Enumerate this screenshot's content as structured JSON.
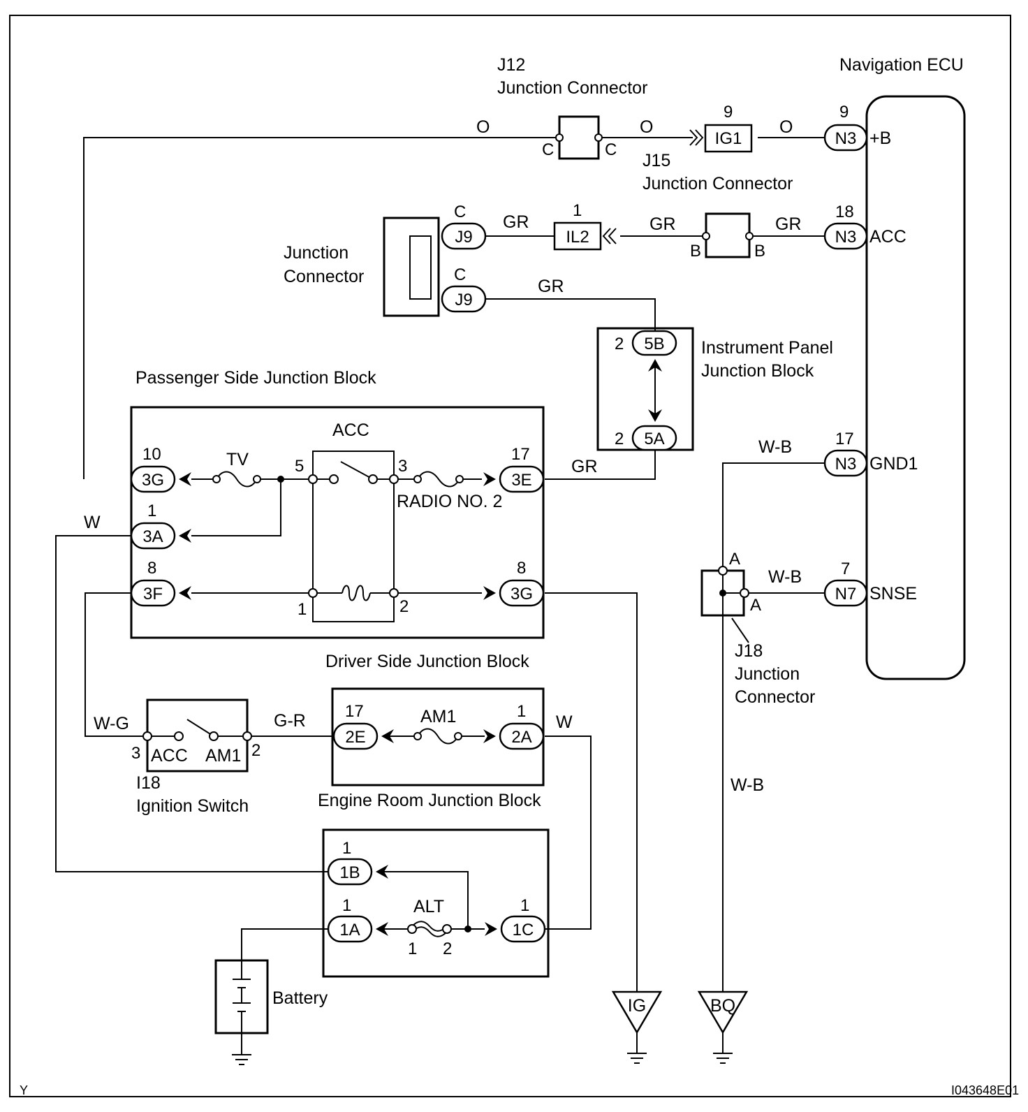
{
  "labels": {
    "j12_num": "J12",
    "j12_name": "Junction Connector",
    "nav_ecu": "Navigation ECU",
    "j15_num": "J15",
    "j15_name": "Junction Connector",
    "jc_line1": "Junction",
    "jc_line2": "Connector",
    "ip_line1": "Instrument Panel",
    "ip_line2": "Junction Block",
    "passenger_jb": "Passenger Side Junction Block",
    "driver_jb": "Driver Side Junction Block",
    "engine_jb": "Engine Room Junction Block",
    "i18_num": "I18",
    "i18_name": "Ignition Switch",
    "j18_num": "J18",
    "j18_line1": "Junction",
    "j18_line2": "Connector",
    "battery": "Battery",
    "corner_left": "Y",
    "corner_right": "I043648E01"
  },
  "ecu_pins": {
    "b": "+B",
    "acc": "ACC",
    "gnd1": "GND1",
    "snse": "SNSE"
  },
  "connectors": {
    "n3_b": "N3",
    "n3_acc": "N3",
    "n3_gnd": "N3",
    "n7": "N7",
    "ig1": "IG1",
    "il2": "IL2",
    "j9_top": "J9",
    "j9_bot": "J9",
    "c5b": "5B",
    "c5a": "5A",
    "c3g_top": "3G",
    "c3a": "3A",
    "c3f": "3F",
    "c3e": "3E",
    "c3g_bot": "3G",
    "c2e": "2E",
    "c2a": "2A",
    "c1b": "1B",
    "c1a": "1A",
    "c1c": "1C"
  },
  "pins": {
    "n3_b": "9",
    "ig1": "9",
    "n3_acc": "18",
    "il2": "1",
    "j9_top": "C",
    "j9_bot": "C",
    "c5b": "2",
    "c5a": "2",
    "c3g_top": "10",
    "c3a": "1",
    "c3f": "8",
    "c3e": "17",
    "c3g_bot": "8",
    "n3_gnd": "17",
    "n7": "7",
    "c2e": "17",
    "c2a": "1",
    "c1b": "1",
    "c1a": "1",
    "c1c": "1",
    "j12_c_left": "C",
    "j12_c_right": "C",
    "j15_b_left": "B",
    "j15_b_right": "B",
    "j18_a_top": "A",
    "j18_a_right": "A",
    "relay_5": "5",
    "relay_3": "3",
    "relay_1": "1",
    "relay_2": "2",
    "ign_3": "3",
    "ign_2": "2",
    "alt_1": "1",
    "alt_2": "2"
  },
  "wires": {
    "o_top_left": "O",
    "o_top_mid": "O",
    "o_top_right": "O",
    "gr_j9_il2": "GR",
    "gr_il2_j15": "GR",
    "gr_j15_n3": "GR",
    "gr_j9_ip": "GR",
    "gr_3e": "GR",
    "w_left": "W",
    "wb_gnd1": "W-B",
    "wb_snse": "W-B",
    "wb_vertical": "W-B",
    "wg": "W-G",
    "gr_ign": "G-R",
    "w_2a": "W"
  },
  "components": {
    "acc_relay": "ACC",
    "tv_fuse": "TV",
    "radio_fuse": "RADIO NO. 2",
    "am1_fuse": "AM1",
    "alt_fuse": "ALT",
    "ign_acc": "ACC",
    "ign_am1": "AM1"
  },
  "grounds": {
    "ig": "IG",
    "bq": "BQ"
  }
}
